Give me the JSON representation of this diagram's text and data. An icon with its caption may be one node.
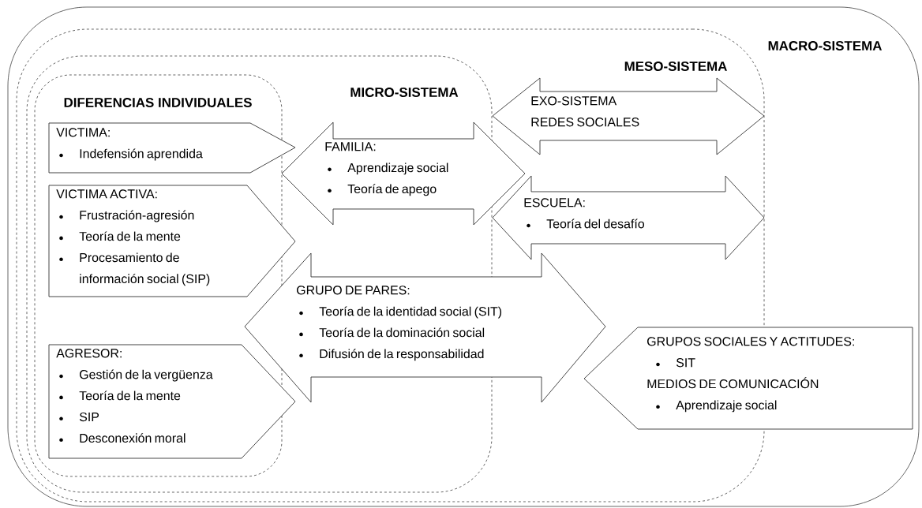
{
  "diagram": {
    "nodes": [
      {
        "text": [
          "MACRO-SISTEMA"
        ]
      },
      {
        "text": [
          "MESO-SISTEMA"
        ],
        "in": 0
      },
      {
        "text": [
          "MICRO-SISTEMA"
        ],
        "in": 1
      },
      {
        "text": [
          "DIFERENCIAS INDIVIDUALES"
        ],
        "in": 2
      },
      {
        "text": [
          "VICTIMA:",
          "Indefensión aprendida"
        ],
        "in": 3
      },
      {
        "text": [
          "VICTIMA ACTIVA:",
          "Frustración-agresión",
          "Teoría de la mente",
          "Procesamiento de información social (SIP)"
        ],
        "in": 3
      },
      {
        "text": [
          "FAMILIA:",
          "Aprendizaje social",
          "Teoría de apego"
        ],
        "in": 1
      },
      {
        "text": [
          "EXO-SISTEMA",
          "REDES SOCIALES"
        ],
        "in": 1
      },
      {
        "text": [
          "ESCUELA:",
          "Teoría del desafío"
        ],
        "in": 1
      },
      {
        "text": [
          "GRUPO DE PARES:",
          "Teoría de la identidad social (SIT)",
          "Teoría de la dominación social",
          "Difusión de la responsabilidad"
        ],
        "in": 1
      },
      {
        "text": [
          "AGRESOR:",
          "Gestión de la vergüenza",
          "Teoría de la mente",
          "SIP",
          "Desconexión moral"
        ],
        "in": 3
      },
      {
        "text": [
          "GRUPOS SOCIALES Y ACTITUDES:",
          "SIT",
          "MEDIOS DE COMUNICACIÓN",
          "Aprendizaje social"
        ],
        "in": 0
      }
    ]
  }
}
